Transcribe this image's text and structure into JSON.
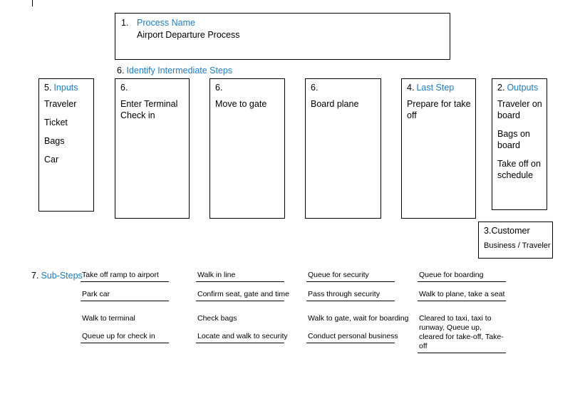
{
  "diagram": {
    "title_block": {
      "number": "1.",
      "label": "Process Name",
      "value": "Airport Departure Process"
    },
    "section_label": {
      "number": "6.",
      "label": "Identify Intermediate Steps"
    },
    "inputs_block": {
      "number": "5.",
      "label": "Inputs",
      "items": [
        "Traveler",
        "Ticket",
        "Bags",
        "Car"
      ]
    },
    "step_blocks": [
      {
        "number": "6.",
        "lines": [
          "Enter Terminal",
          "Check in"
        ]
      },
      {
        "number": "6.",
        "lines": [
          "Move to gate"
        ]
      },
      {
        "number": "6.",
        "lines": [
          "Board plane"
        ]
      }
    ],
    "last_step_block": {
      "number": "4.",
      "label": "Last Step",
      "lines": [
        "Prepare for take off"
      ]
    },
    "outputs_block": {
      "number": "2.",
      "label": "Outputs",
      "items": [
        "Traveler on board",
        "Bags on board",
        "Take off on schedule"
      ]
    },
    "customer_block": {
      "number": "3.",
      "label": "Customer",
      "value": "Business / Traveler"
    },
    "substeps_label": {
      "number": "7.",
      "label": "Sub-Steps"
    },
    "substeps_columns": [
      {
        "items": [
          "Take off ramp to airport",
          "Park car",
          "Walk to terminal",
          "Queue up for check in"
        ]
      },
      {
        "items": [
          "Walk in line",
          "Confirm seat, gate and time",
          "Check bags",
          "Locate and walk to security"
        ]
      },
      {
        "items": [
          "Queue for security",
          "Pass through security",
          "Walk to gate, wait for boarding",
          "Conduct personal business"
        ]
      },
      {
        "items": [
          "Queue for boarding",
          "Walk to plane, take a seat",
          "Cleared to taxi, taxi to runway, Queue up, cleared for take-off, Take-off",
          ""
        ]
      }
    ],
    "colors": {
      "accent_blue": "#1f7bc1",
      "text": "#000000",
      "border": "#000000",
      "background": "#ffffff"
    }
  }
}
